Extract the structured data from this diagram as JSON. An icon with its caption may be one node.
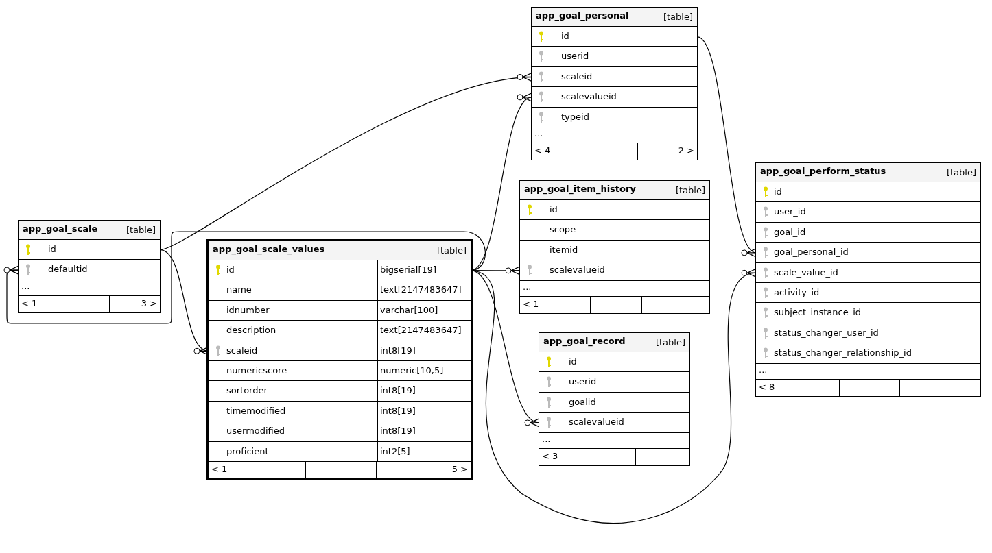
{
  "diagram": {
    "nodes": [
      {
        "text": [
          "app_goal_scale",
          "[table]"
        ]
      },
      {
        "text": [
          "id"
        ],
        "in": 0
      },
      {
        "text": [
          "defaultid"
        ],
        "in": 0
      },
      {
        "text": [
          "..."
        ],
        "in": 0
      },
      {
        "text": [
          "< 1",
          "3 >"
        ],
        "in": 0
      },
      {
        "text": [
          "app_goal_scale_values",
          "[table]"
        ]
      },
      {
        "text": [
          "id",
          "bigserial[19]"
        ],
        "in": 5
      },
      {
        "text": [
          "name",
          "text[2147483647]"
        ],
        "in": 5
      },
      {
        "text": [
          "idnumber",
          "varchar[100]"
        ],
        "in": 5
      },
      {
        "text": [
          "description",
          "text[2147483647]"
        ],
        "in": 5
      },
      {
        "text": [
          "scaleid",
          "int8[19]"
        ],
        "in": 5
      },
      {
        "text": [
          "numericscore",
          "numeric[10,5]"
        ],
        "in": 5
      },
      {
        "text": [
          "sortorder",
          "int8[19]"
        ],
        "in": 5
      },
      {
        "text": [
          "timemodified",
          "int8[19]"
        ],
        "in": 5
      },
      {
        "text": [
          "usermodified",
          "int8[19]"
        ],
        "in": 5
      },
      {
        "text": [
          "proficient",
          "int2[5]"
        ],
        "in": 5
      },
      {
        "text": [
          "< 1",
          "5 >"
        ],
        "in": 5
      },
      {
        "text": [
          "app_goal_personal",
          "[table]"
        ]
      },
      {
        "text": [
          "id"
        ],
        "in": 17
      },
      {
        "text": [
          "userid"
        ],
        "in": 17
      },
      {
        "text": [
          "scaleid"
        ],
        "in": 17
      },
      {
        "text": [
          "scalevalueid"
        ],
        "in": 17
      },
      {
        "text": [
          "typeid"
        ],
        "in": 17
      },
      {
        "text": [
          "..."
        ],
        "in": 17
      },
      {
        "text": [
          "< 4",
          "2 >"
        ],
        "in": 17
      },
      {
        "text": [
          "app_goal_item_history",
          "[table]"
        ]
      },
      {
        "text": [
          "id"
        ],
        "in": 25
      },
      {
        "text": [
          "scope"
        ],
        "in": 25
      },
      {
        "text": [
          "itemid"
        ],
        "in": 25
      },
      {
        "text": [
          "scalevalueid"
        ],
        "in": 25
      },
      {
        "text": [
          "..."
        ],
        "in": 25
      },
      {
        "text": [
          "< 1"
        ],
        "in": 25
      },
      {
        "text": [
          "app_goal_record",
          "[table]"
        ]
      },
      {
        "text": [
          "id"
        ],
        "in": 32
      },
      {
        "text": [
          "userid"
        ],
        "in": 32
      },
      {
        "text": [
          "goalid"
        ],
        "in": 32
      },
      {
        "text": [
          "scalevalueid"
        ],
        "in": 32
      },
      {
        "text": [
          "..."
        ],
        "in": 32
      },
      {
        "text": [
          "< 3"
        ],
        "in": 32
      },
      {
        "text": [
          "app_goal_perform_status",
          "[table]"
        ]
      },
      {
        "text": [
          "id"
        ],
        "in": 39
      },
      {
        "text": [
          "user_id"
        ],
        "in": 39
      },
      {
        "text": [
          "goal_id"
        ],
        "in": 39
      },
      {
        "text": [
          "goal_personal_id"
        ],
        "in": 39
      },
      {
        "text": [
          "scale_value_id"
        ],
        "in": 39
      },
      {
        "text": [
          "activity_id"
        ],
        "in": 39
      },
      {
        "text": [
          "subject_instance_id"
        ],
        "in": 39
      },
      {
        "text": [
          "status_changer_user_id"
        ],
        "in": 39
      },
      {
        "text": [
          "status_changer_relationship_id"
        ],
        "in": 39
      },
      {
        "text": [
          "..."
        ],
        "in": 39
      },
      {
        "text": [
          "< 8"
        ],
        "in": 39
      }
    ],
    "edges": [
      {
        "from": 1,
        "to": 20,
        "arrow": "other"
      },
      {
        "from": 1,
        "to": 10,
        "arrow": "other"
      },
      {
        "from": 6,
        "to": 2,
        "arrow": "other"
      },
      {
        "from": 6,
        "to": 21,
        "arrow": "other"
      },
      {
        "from": 6,
        "to": 29,
        "arrow": "other"
      },
      {
        "from": 6,
        "to": 36,
        "arrow": "other"
      },
      {
        "from": 6,
        "to": 44,
        "arrow": "other"
      },
      {
        "from": 18,
        "to": 43,
        "arrow": "other"
      }
    ]
  }
}
